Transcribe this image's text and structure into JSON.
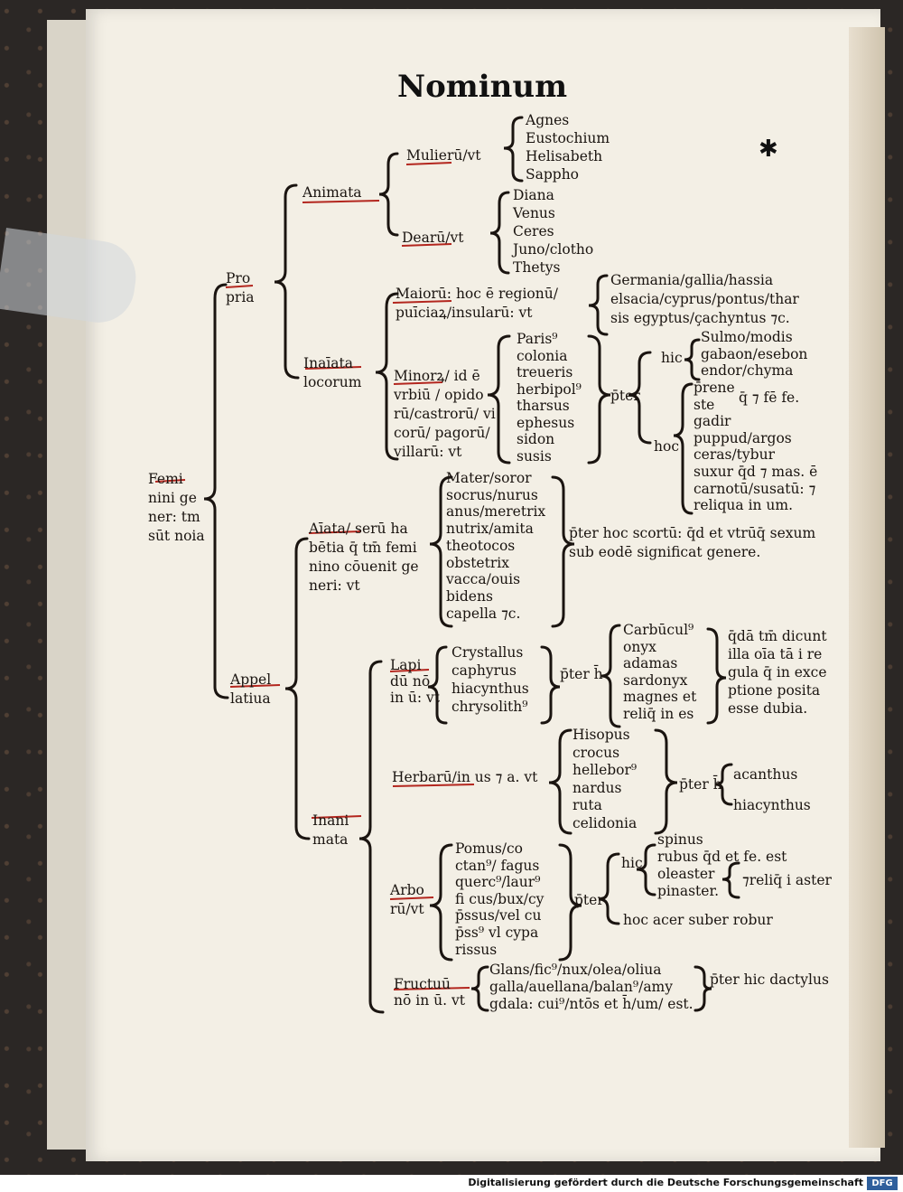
{
  "title": "Nominum",
  "star": "✱",
  "footer": "Digitalisierung gefördert durch die Deutsche Forschungsgemeinschaft",
  "dfg_logo": "DFG",
  "nodes": {
    "feminini": [
      "Femi",
      "nini ge",
      "ner: tm",
      "sūt noia"
    ],
    "propria": [
      "Pro",
      "pria"
    ],
    "appellatiua": [
      "Appel",
      "latiua"
    ],
    "animata": "Animata",
    "inanimata_loc": [
      "Inaīata",
      "locorum"
    ],
    "mulierum": "Mulierū/vt",
    "mulierum_list": [
      "Agnes",
      "Eustochium",
      "Helisabeth",
      "Sappho"
    ],
    "dearum": "Dearū/vt",
    "dearum_list": [
      "Diana",
      "Venus",
      "Ceres",
      "Juno/clotho",
      "Thetys"
    ],
    "maiorum": [
      "Maiorū: hoc ē regionū/",
      "puīciaꝝ/insularū: vt"
    ],
    "maiorum_list": [
      "Germania/gallia/hassia",
      "elsacia/cyprus/pontus/thar",
      "sis egyptus/çachyntus ⁊c."
    ],
    "minorum": [
      "Minorꝝ/ id ē",
      "vrbiū / opido",
      "rū/castrorū/ vi",
      "corū/ pagorū/",
      "villarū: vt"
    ],
    "minorum_list": [
      "Paris⁹",
      "colonia",
      "treueris",
      "herbipol⁹",
      "tharsus",
      "ephesus",
      "sidon",
      "susis"
    ],
    "preter": "p̄ter",
    "hic1": "hic",
    "hic1_list": [
      "Sulmo/modis",
      "gabaon/esebon",
      "endor/chyma"
    ],
    "hoc1": "hoc",
    "hoc1_list": [
      "p̄rene",
      "ste",
      "gadir",
      "puppud/argos",
      "ceras/tybur",
      "suxur q̄d ⁊ mas. ē",
      "carnotū/susatū: ⁊",
      "reliqua in um."
    ],
    "hoc1_note": "q̄ ⁊ fē fe.",
    "animata2": [
      "Aīata/ serū ha",
      "bētia q̄ tm̄ femi",
      "nino cōuenit ge",
      "neri: vt"
    ],
    "animata2_list": [
      "Mater/soror",
      "socrus/nurus",
      "anus/meretrix",
      "nutrix/amita",
      "theotocos",
      "obstetrix",
      "vacca/ouis",
      "bidens",
      "capella ⁊c."
    ],
    "scortum": [
      "p̄ter hoc scortū: q̄d et vtrūq̄ sexum",
      "sub eodē significat genere."
    ],
    "inanimata": [
      "Inani",
      "mata"
    ],
    "lapidum": [
      "Lapi",
      "dū nō",
      "in ū: vt"
    ],
    "lapidum_list": [
      "Crystallus",
      "caphyrus",
      "hiacynthus",
      "chrysolith⁹"
    ],
    "preter_h": "p̄ter h̄",
    "lapidum_ex": [
      "Carbūcul⁹",
      "onyx",
      "adamas",
      "sardonyx",
      "magnes et",
      "reliq̄ in es"
    ],
    "lapidum_note": [
      "q̄dā tm̄ dicunt",
      "illa oīa tā i re",
      "gula q̄ in exce",
      "ptione posita",
      "esse dubia."
    ],
    "herbarum": "Herbarū/in us ⁊ a. vt",
    "herbarum_list": [
      "Hisopus",
      "crocus",
      "hellebor⁹",
      "nardus",
      "ruta",
      "celidonia"
    ],
    "herbarum_ex": [
      "acanthus",
      "hiacynthus"
    ],
    "arborum": [
      "Arbo",
      "rū/vt"
    ],
    "arborum_list": [
      "Pomus/co",
      "ctan⁹/ fagus",
      "querc⁹/laur⁹",
      "fi cus/bux/cy",
      "p̄ssus/vel cu",
      "p̄ss⁹ vl cypa",
      "rissus"
    ],
    "arborum_hic_list": [
      "spinus",
      "rubus q̄d et fe. est",
      "oleaster",
      "pinaster."
    ],
    "arborum_hic_note": "⁊reliq̄ i aster",
    "arborum_hoc": "hoc acer suber robur",
    "fructuum": [
      "Fructuū",
      "nō in ū. vt"
    ],
    "fructuum_list": [
      "Glans/fic⁹/nux/olea/oliua",
      "galla/auellana/balan⁹/amy",
      "gdala: cui⁹/ntōs et h̄/um/ est."
    ],
    "fructuum_ex": "p̄ter hic dactylus"
  },
  "colors": {
    "ink": "#1a1410",
    "rubric": "#b3261e",
    "paper": "#f3efe5"
  }
}
